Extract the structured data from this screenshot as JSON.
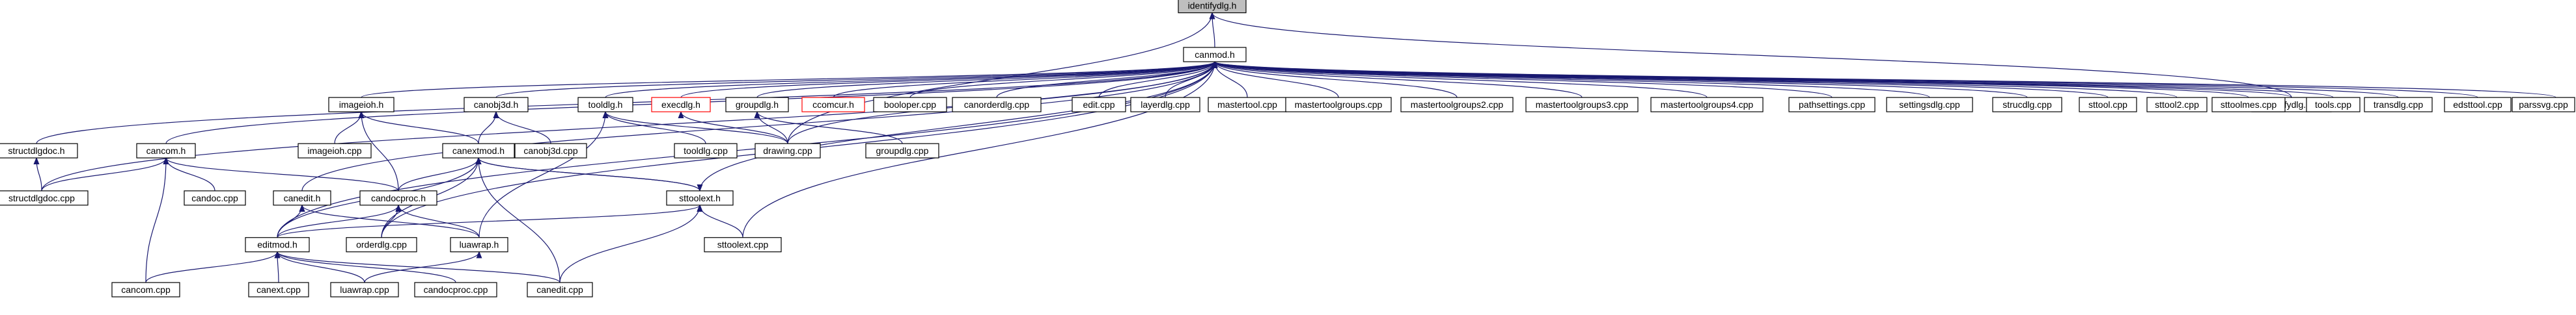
{
  "diagram": {
    "nodes": [
      {
        "id": "identifydlg_h",
        "label": "identifydlg.h",
        "kind": "root"
      },
      {
        "id": "canmod_h",
        "label": "canmod.h"
      },
      {
        "id": "identifydlg_cpp",
        "label": "identifydlg.cpp"
      },
      {
        "id": "imageioh_h",
        "label": "imageioh.h"
      },
      {
        "id": "canobj3d_h",
        "label": "canobj3d.h"
      },
      {
        "id": "tooldlg_h",
        "label": "tooldlg.h"
      },
      {
        "id": "execdlg_h",
        "label": "execdlg.h",
        "kind": "undoc"
      },
      {
        "id": "groupdlg_h",
        "label": "groupdlg.h"
      },
      {
        "id": "ccomcur_h",
        "label": "ccomcur.h",
        "kind": "undoc"
      },
      {
        "id": "booloper_cpp",
        "label": "booloper.cpp"
      },
      {
        "id": "canorderdlg_cpp",
        "label": "canorderdlg.cpp"
      },
      {
        "id": "edit_cpp",
        "label": "edit.cpp"
      },
      {
        "id": "layerdlg_cpp",
        "label": "layerdlg.cpp"
      },
      {
        "id": "mastertool_cpp",
        "label": "mastertool.cpp"
      },
      {
        "id": "mastertoolgroups_cpp",
        "label": "mastertoolgroups.cpp"
      },
      {
        "id": "mastertoolgroups2_cpp",
        "label": "mastertoolgroups2.cpp"
      },
      {
        "id": "mastertoolgroups3_cpp",
        "label": "mastertoolgroups3.cpp"
      },
      {
        "id": "mastertoolgroups4_cpp",
        "label": "mastertoolgroups4.cpp"
      },
      {
        "id": "pathsettings_cpp",
        "label": "pathsettings.cpp"
      },
      {
        "id": "settingsdlg_cpp",
        "label": "settingsdlg.cpp"
      },
      {
        "id": "strucdlg_cpp",
        "label": "strucdlg.cpp"
      },
      {
        "id": "sttool_cpp",
        "label": "sttool.cpp"
      },
      {
        "id": "sttool2_cpp",
        "label": "sttool2.cpp"
      },
      {
        "id": "sttoolmes_cpp",
        "label": "sttoolmes.cpp"
      },
      {
        "id": "tools_cpp",
        "label": "tools.cpp"
      },
      {
        "id": "transdlg_cpp",
        "label": "transdlg.cpp"
      },
      {
        "id": "edsttool_cpp",
        "label": "edsttool.cpp"
      },
      {
        "id": "parssvg_cpp",
        "label": "parssvg.cpp"
      },
      {
        "id": "structdlgdoc_h",
        "label": "structdlgdoc.h"
      },
      {
        "id": "cancom_h",
        "label": "cancom.h"
      },
      {
        "id": "imageioh_cpp",
        "label": "imageioh.cpp"
      },
      {
        "id": "canextmod_h",
        "label": "canextmod.h"
      },
      {
        "id": "canobj3d_cpp",
        "label": "canobj3d.cpp"
      },
      {
        "id": "tooldlg_cpp",
        "label": "tooldlg.cpp"
      },
      {
        "id": "drawing_cpp",
        "label": "drawing.cpp"
      },
      {
        "id": "groupdlg_cpp",
        "label": "groupdlg.cpp"
      },
      {
        "id": "structdlgdoc_cpp",
        "label": "structdlgdoc.cpp"
      },
      {
        "id": "candoc_cpp",
        "label": "candoc.cpp"
      },
      {
        "id": "canedit_h",
        "label": "canedit.h"
      },
      {
        "id": "candocproc_h",
        "label": "candocproc.h"
      },
      {
        "id": "sttoolext_h",
        "label": "sttoolext.h"
      },
      {
        "id": "sttoolext_cpp",
        "label": "sttoolext.cpp"
      },
      {
        "id": "editmod_h",
        "label": "editmod.h"
      },
      {
        "id": "orderdlg_cpp",
        "label": "orderdlg.cpp"
      },
      {
        "id": "luawrap_h",
        "label": "luawrap.h"
      },
      {
        "id": "cancom_cpp",
        "label": "cancom.cpp"
      },
      {
        "id": "canext_cpp",
        "label": "canext.cpp"
      },
      {
        "id": "luawrap_cpp",
        "label": "luawrap.cpp"
      },
      {
        "id": "candocproc_cpp",
        "label": "candocproc.cpp"
      },
      {
        "id": "canedit_cpp",
        "label": "canedit.cpp"
      }
    ],
    "edges": [
      [
        "identifydlg_h",
        "canmod_h"
      ],
      [
        "identifydlg_h",
        "identifydlg_cpp"
      ],
      [
        "identifydlg_h",
        "drawing_cpp"
      ],
      [
        "canmod_h",
        "identifydlg_cpp"
      ],
      [
        "canmod_h",
        "imageioh_h"
      ],
      [
        "canmod_h",
        "canobj3d_h"
      ],
      [
        "canmod_h",
        "tooldlg_h"
      ],
      [
        "canmod_h",
        "execdlg_h"
      ],
      [
        "canmod_h",
        "groupdlg_h"
      ],
      [
        "canmod_h",
        "ccomcur_h"
      ],
      [
        "canmod_h",
        "booloper_cpp"
      ],
      [
        "canmod_h",
        "canorderdlg_cpp"
      ],
      [
        "canmod_h",
        "edit_cpp"
      ],
      [
        "canmod_h",
        "layerdlg_cpp"
      ],
      [
        "canmod_h",
        "mastertool_cpp"
      ],
      [
        "canmod_h",
        "mastertoolgroups_cpp"
      ],
      [
        "canmod_h",
        "mastertoolgroups2_cpp"
      ],
      [
        "canmod_h",
        "mastertoolgroups3_cpp"
      ],
      [
        "canmod_h",
        "mastertoolgroups4_cpp"
      ],
      [
        "canmod_h",
        "pathsettings_cpp"
      ],
      [
        "canmod_h",
        "settingsdlg_cpp"
      ],
      [
        "canmod_h",
        "strucdlg_cpp"
      ],
      [
        "canmod_h",
        "sttool_cpp"
      ],
      [
        "canmod_h",
        "sttool2_cpp"
      ],
      [
        "canmod_h",
        "sttoolmes_cpp"
      ],
      [
        "canmod_h",
        "tools_cpp"
      ],
      [
        "canmod_h",
        "transdlg_cpp"
      ],
      [
        "canmod_h",
        "edsttool_cpp"
      ],
      [
        "canmod_h",
        "parssvg_cpp"
      ],
      [
        "canmod_h",
        "structdlgdoc_h"
      ],
      [
        "canmod_h",
        "cancom_h"
      ],
      [
        "canmod_h",
        "structdlgdoc_cpp"
      ],
      [
        "canmod_h",
        "canedit_h"
      ],
      [
        "canmod_h",
        "editmod_h"
      ],
      [
        "canmod_h",
        "orderdlg_cpp"
      ],
      [
        "canmod_h",
        "sttoolext_h"
      ],
      [
        "canmod_h",
        "sttoolext_cpp"
      ],
      [
        "canmod_h",
        "drawing_cpp"
      ],
      [
        "imageioh_h",
        "imageioh_cpp"
      ],
      [
        "imageioh_h",
        "canextmod_h"
      ],
      [
        "imageioh_h",
        "candocproc_h"
      ],
      [
        "canobj3d_h",
        "canextmod_h"
      ],
      [
        "canobj3d_h",
        "canobj3d_cpp"
      ],
      [
        "tooldlg_h",
        "tooldlg_cpp"
      ],
      [
        "tooldlg_h",
        "drawing_cpp"
      ],
      [
        "tooldlg_h",
        "luawrap_h"
      ],
      [
        "execdlg_h",
        "drawing_cpp"
      ],
      [
        "groupdlg_h",
        "drawing_cpp"
      ],
      [
        "groupdlg_h",
        "groupdlg_cpp"
      ],
      [
        "structdlgdoc_h",
        "structdlgdoc_cpp"
      ],
      [
        "cancom_h",
        "structdlgdoc_cpp"
      ],
      [
        "cancom_h",
        "candoc_cpp"
      ],
      [
        "cancom_h",
        "candocproc_h"
      ],
      [
        "cancom_h",
        "cancom_cpp"
      ],
      [
        "canextmod_h",
        "candocproc_h"
      ],
      [
        "canextmod_h",
        "sttoolext_h"
      ],
      [
        "canextmod_h",
        "editmod_h"
      ],
      [
        "canextmod_h",
        "orderdlg_cpp"
      ],
      [
        "canextmod_h",
        "canedit_cpp"
      ],
      [
        "canedit_h",
        "editmod_h"
      ],
      [
        "canedit_h",
        "luawrap_h"
      ],
      [
        "candocproc_h",
        "editmod_h"
      ],
      [
        "candocproc_h",
        "orderdlg_cpp"
      ],
      [
        "candocproc_h",
        "luawrap_h"
      ],
      [
        "sttoolext_h",
        "canextmod_h"
      ],
      [
        "sttoolext_h",
        "editmod_h"
      ],
      [
        "sttoolext_h",
        "sttoolext_cpp"
      ],
      [
        "sttoolext_h",
        "canedit_cpp"
      ],
      [
        "editmod_h",
        "cancom_cpp"
      ],
      [
        "editmod_h",
        "canext_cpp"
      ],
      [
        "editmod_h",
        "luawrap_cpp"
      ],
      [
        "editmod_h",
        "candocproc_cpp"
      ],
      [
        "editmod_h",
        "canedit_cpp"
      ],
      [
        "luawrap_h",
        "luawrap_cpp"
      ]
    ]
  }
}
